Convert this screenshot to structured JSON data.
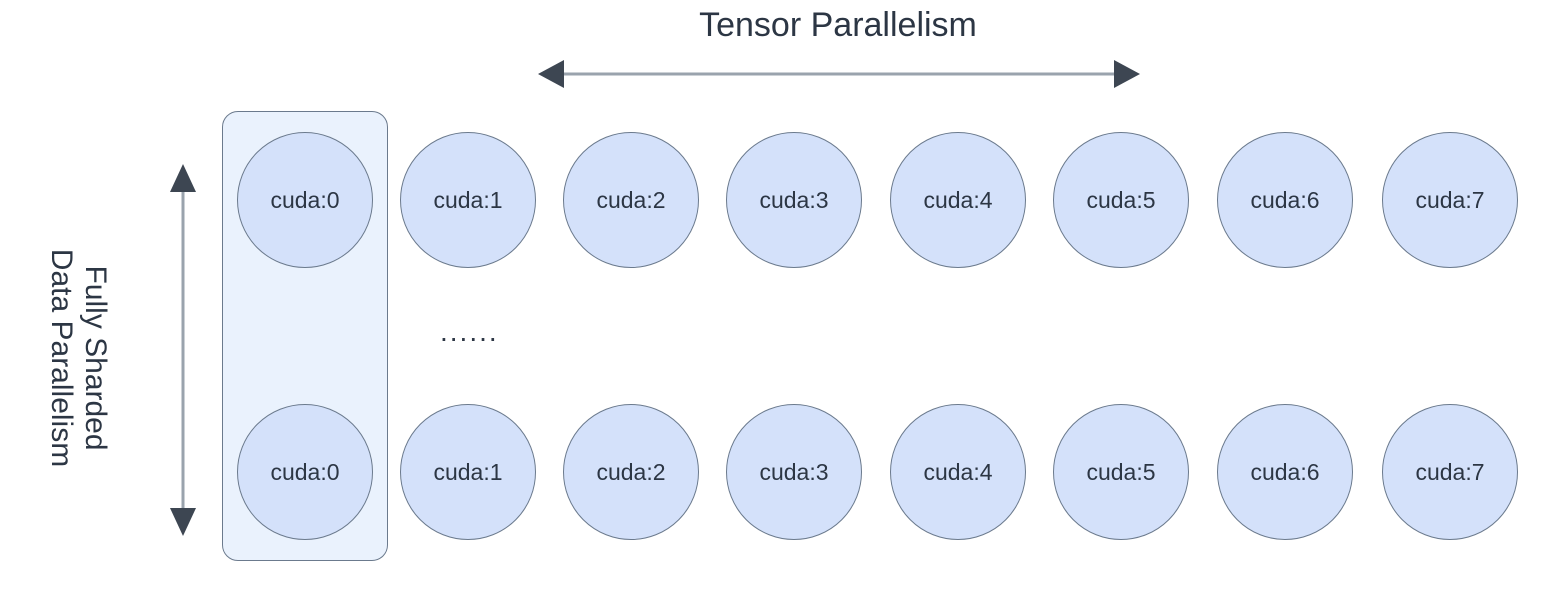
{
  "diagram": {
    "title": "Tensor Parallelism",
    "vertical_label": {
      "line1": "Fully Sharded",
      "line2": "Data Parallelism"
    },
    "ellipsis": "......",
    "colors": {
      "circle_fill": "#d4e1fa",
      "circle_stroke": "#6b7a8d",
      "highlight_fill": "#eaf2fd",
      "highlight_stroke": "#6b7a8d",
      "text": "#2c3644",
      "arrow": "#3d4652",
      "arrow_line": "#9aa3ad",
      "background": "#ffffff"
    },
    "arrows": {
      "horizontal": {
        "name": "tensor-parallelism-arrow",
        "direction": "double",
        "orientation": "horizontal"
      },
      "vertical": {
        "name": "fsdp-arrow",
        "direction": "double",
        "orientation": "vertical"
      }
    },
    "rows": [
      {
        "name": "top-row",
        "devices": [
          "cuda:0",
          "cuda:1",
          "cuda:2",
          "cuda:3",
          "cuda:4",
          "cuda:5",
          "cuda:6",
          "cuda:7"
        ]
      },
      {
        "name": "bottom-row",
        "devices": [
          "cuda:0",
          "cuda:1",
          "cuda:2",
          "cuda:3",
          "cuda:4",
          "cuda:5",
          "cuda:6",
          "cuda:7"
        ]
      }
    ],
    "highlighted_column_index": 0
  }
}
